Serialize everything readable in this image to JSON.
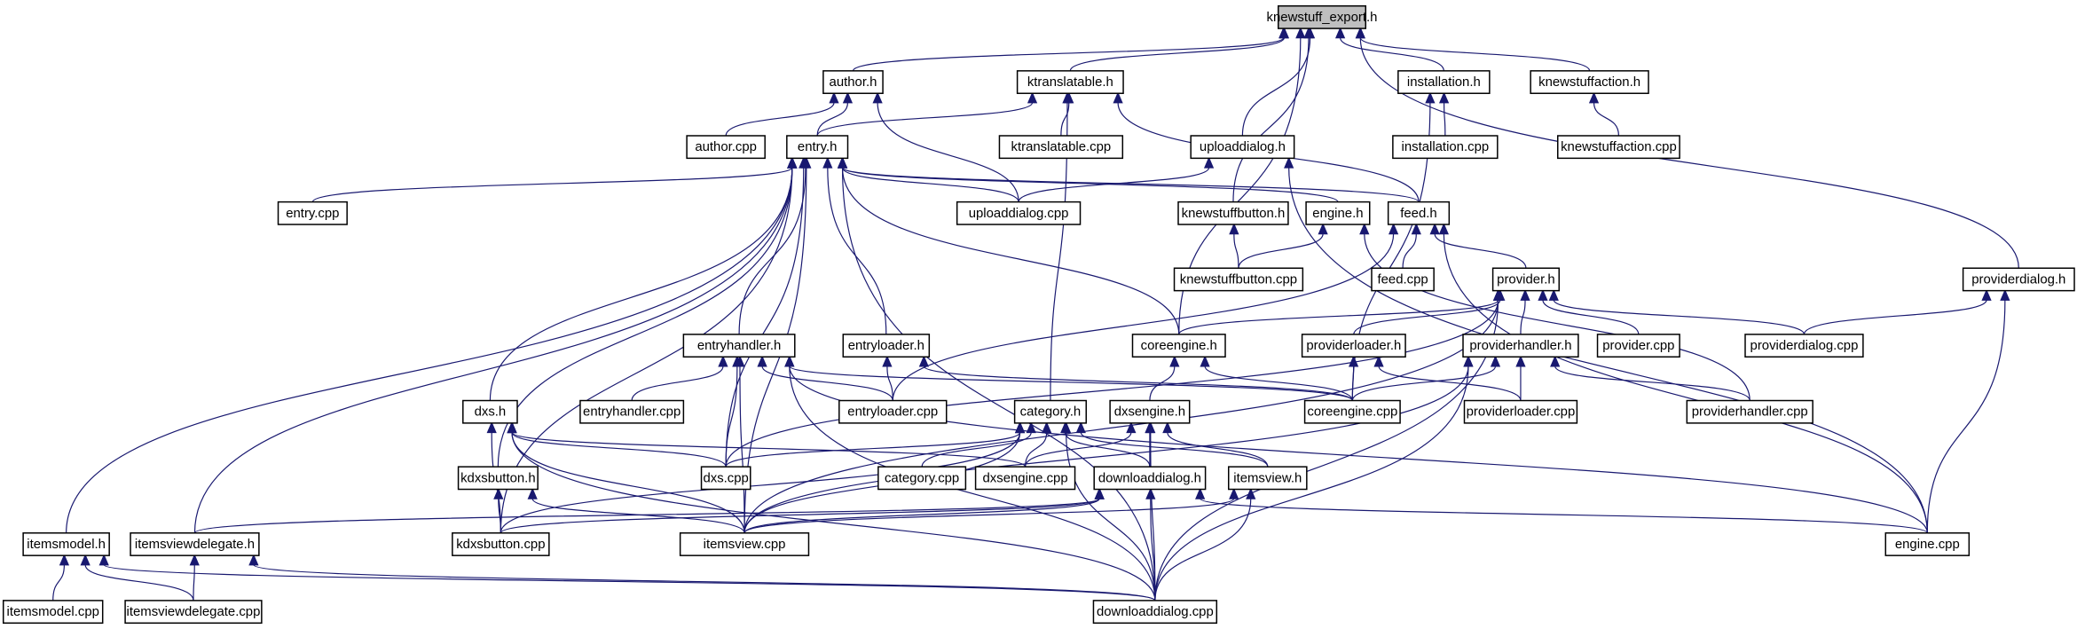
{
  "graph": {
    "root": "knewstuff_export.h",
    "colors": {
      "edge": "#191970",
      "root_fill": "#bfbfbf",
      "node_fill": "#ffffff",
      "border": "#000000"
    },
    "nodes": [
      "knewstuff_export.h",
      "author.h",
      "ktranslatable.h",
      "installation.h",
      "knewstuffaction.h",
      "author.cpp",
      "entry.h",
      "ktranslatable.cpp",
      "uploaddialog.h",
      "installation.cpp",
      "knewstuffaction.cpp",
      "entry.cpp",
      "uploaddialog.cpp",
      "knewstuffbutton.h",
      "engine.h",
      "feed.h",
      "feed.cpp",
      "knewstuffbutton.cpp",
      "provider.h",
      "providerdialog.h",
      "entryhandler.h",
      "entryloader.h",
      "coreengine.h",
      "providerloader.h",
      "providerhandler.h",
      "provider.cpp",
      "providerdialog.cpp",
      "dxs.h",
      "entryhandler.cpp",
      "entryloader.cpp",
      "category.h",
      "dxsengine.h",
      "coreengine.cpp",
      "providerloader.cpp",
      "providerhandler.cpp",
      "kdxsbutton.h",
      "dxs.cpp",
      "category.cpp",
      "dxsengine.cpp",
      "downloaddialog.h",
      "itemsview.h",
      "itemsmodel.h",
      "itemsviewdelegate.h",
      "kdxsbutton.cpp",
      "itemsview.cpp",
      "engine.cpp",
      "itemsmodel.cpp",
      "itemsviewdelegate.cpp",
      "downloaddialog.cpp"
    ],
    "edges": [
      [
        "author.h",
        "knewstuff_export.h"
      ],
      [
        "ktranslatable.h",
        "knewstuff_export.h"
      ],
      [
        "installation.h",
        "knewstuff_export.h"
      ],
      [
        "knewstuffaction.h",
        "knewstuff_export.h"
      ],
      [
        "uploaddialog.h",
        "knewstuff_export.h"
      ],
      [
        "knewstuffbutton.h",
        "knewstuff_export.h"
      ],
      [
        "coreengine.h",
        "knewstuff_export.h"
      ],
      [
        "providerdialog.h",
        "knewstuff_export.h"
      ],
      [
        "author.cpp",
        "author.h"
      ],
      [
        "entry.h",
        "author.h"
      ],
      [
        "uploaddialog.cpp",
        "author.h"
      ],
      [
        "ktranslatable.cpp",
        "ktranslatable.h"
      ],
      [
        "entry.h",
        "ktranslatable.h"
      ],
      [
        "feed.h",
        "ktranslatable.h"
      ],
      [
        "category.h",
        "ktranslatable.h"
      ],
      [
        "installation.cpp",
        "installation.h"
      ],
      [
        "coreengine.cpp",
        "installation.h"
      ],
      [
        "knewstuffaction.cpp",
        "knewstuffaction.h"
      ],
      [
        "entry.cpp",
        "entry.h"
      ],
      [
        "uploaddialog.cpp",
        "entry.h"
      ],
      [
        "feed.h",
        "entry.h"
      ],
      [
        "engine.h",
        "entry.h"
      ],
      [
        "entryhandler.h",
        "entry.h"
      ],
      [
        "entryloader.h",
        "entry.h"
      ],
      [
        "coreengine.h",
        "entry.h"
      ],
      [
        "dxs.h",
        "entry.h"
      ],
      [
        "kdxsbutton.h",
        "entry.h"
      ],
      [
        "kdxsbutton.cpp",
        "entry.h"
      ],
      [
        "itemsmodel.h",
        "entry.h"
      ],
      [
        "itemsviewdelegate.h",
        "entry.h"
      ],
      [
        "dxs.cpp",
        "entry.h"
      ],
      [
        "itemsview.cpp",
        "entry.h"
      ],
      [
        "downloaddialog.cpp",
        "entry.h"
      ],
      [
        "uploaddialog.cpp",
        "uploaddialog.h"
      ],
      [
        "engine.cpp",
        "uploaddialog.h"
      ],
      [
        "knewstuffbutton.cpp",
        "knewstuffbutton.h"
      ],
      [
        "knewstuffbutton.cpp",
        "engine.h"
      ],
      [
        "providerhandler.cpp",
        "engine.h"
      ],
      [
        "feed.cpp",
        "feed.h"
      ],
      [
        "provider.h",
        "feed.h"
      ],
      [
        "entryloader.cpp",
        "feed.h"
      ],
      [
        "engine.cpp",
        "feed.h"
      ],
      [
        "coreengine.h",
        "provider.h"
      ],
      [
        "providerloader.h",
        "provider.h"
      ],
      [
        "providerhandler.h",
        "provider.h"
      ],
      [
        "provider.cpp",
        "provider.h"
      ],
      [
        "providerdialog.cpp",
        "provider.h"
      ],
      [
        "dxs.cpp",
        "provider.h"
      ],
      [
        "itemsview.cpp",
        "provider.h"
      ],
      [
        "downloaddialog.cpp",
        "provider.h"
      ],
      [
        "providerdialog.cpp",
        "providerdialog.h"
      ],
      [
        "engine.cpp",
        "providerdialog.h"
      ],
      [
        "entryhandler.cpp",
        "entryhandler.h"
      ],
      [
        "entryloader.cpp",
        "entryhandler.h"
      ],
      [
        "coreengine.cpp",
        "entryhandler.h"
      ],
      [
        "dxs.cpp",
        "entryhandler.h"
      ],
      [
        "itemsview.cpp",
        "entryhandler.h"
      ],
      [
        "downloaddialog.cpp",
        "entryhandler.h"
      ],
      [
        "engine.cpp",
        "entryhandler.h"
      ],
      [
        "entryloader.cpp",
        "entryloader.h"
      ],
      [
        "coreengine.cpp",
        "entryloader.h"
      ],
      [
        "coreengine.cpp",
        "coreengine.h"
      ],
      [
        "dxsengine.h",
        "coreengine.h"
      ],
      [
        "coreengine.cpp",
        "providerloader.h"
      ],
      [
        "providerloader.cpp",
        "providerloader.h"
      ],
      [
        "providerloader.cpp",
        "providerhandler.h"
      ],
      [
        "coreengine.cpp",
        "providerhandler.h"
      ],
      [
        "providerhandler.cpp",
        "providerhandler.h"
      ],
      [
        "itemsview.cpp",
        "providerhandler.h"
      ],
      [
        "downloaddialog.cpp",
        "providerhandler.h"
      ],
      [
        "kdxsbutton.cpp",
        "dxs.h"
      ],
      [
        "dxs.cpp",
        "dxs.h"
      ],
      [
        "dxsengine.cpp",
        "dxs.h"
      ],
      [
        "itemsview.cpp",
        "dxs.h"
      ],
      [
        "downloaddialog.cpp",
        "dxs.h"
      ],
      [
        "dxs.cpp",
        "category.h"
      ],
      [
        "category.cpp",
        "category.h"
      ],
      [
        "dxsengine.cpp",
        "category.h"
      ],
      [
        "downloaddialog.h",
        "category.h"
      ],
      [
        "itemsview.h",
        "category.h"
      ],
      [
        "itemsview.cpp",
        "category.h"
      ],
      [
        "kdxsbutton.cpp",
        "category.h"
      ],
      [
        "downloaddialog.cpp",
        "category.h"
      ],
      [
        "dxsengine.cpp",
        "dxsengine.h"
      ],
      [
        "downloaddialog.h",
        "dxsengine.h"
      ],
      [
        "itemsview.h",
        "dxsengine.h"
      ],
      [
        "downloaddialog.cpp",
        "dxsengine.h"
      ],
      [
        "kdxsbutton.cpp",
        "kdxsbutton.h"
      ],
      [
        "itemsview.cpp",
        "kdxsbutton.h"
      ],
      [
        "itemsviewdelegate.h",
        "downloaddialog.h"
      ],
      [
        "kdxsbutton.cpp",
        "downloaddialog.h"
      ],
      [
        "engine.cpp",
        "downloaddialog.h"
      ],
      [
        "downloaddialog.cpp",
        "downloaddialog.h"
      ],
      [
        "itemsview.cpp",
        "downloaddialog.h"
      ],
      [
        "itemsview.cpp",
        "itemsview.h"
      ],
      [
        "downloaddialog.cpp",
        "itemsview.h"
      ],
      [
        "itemsmodel.cpp",
        "itemsmodel.h"
      ],
      [
        "itemsviewdelegate.cpp",
        "itemsmodel.h"
      ],
      [
        "downloaddialog.cpp",
        "itemsmodel.h"
      ],
      [
        "itemsviewdelegate.cpp",
        "itemsviewdelegate.h"
      ],
      [
        "downloaddialog.cpp",
        "itemsviewdelegate.h"
      ]
    ]
  }
}
